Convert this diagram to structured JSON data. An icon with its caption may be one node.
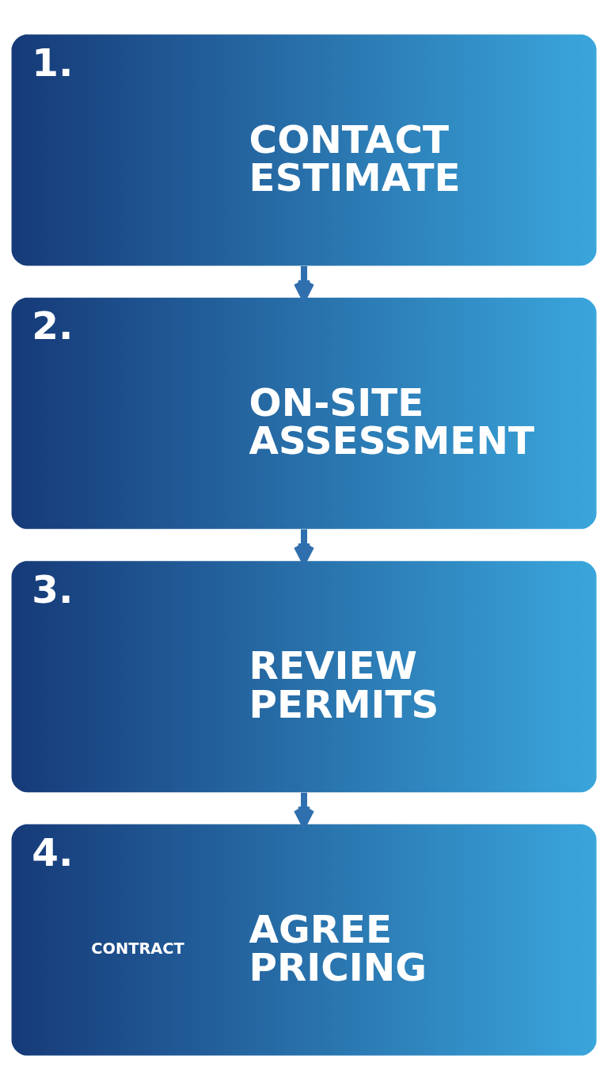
{
  "diagram": {
    "nodes": [
      {
        "text": [
          "1.",
          "CONTACT ESTIMATE"
        ]
      },
      {
        "text": [
          "2.",
          "ON-SITE ASSESSMENT"
        ]
      },
      {
        "text": [
          "3.",
          "REVIEW PERMITS"
        ]
      },
      {
        "text": [
          "4.",
          "CONTRACT",
          "AGREE PRICING"
        ]
      }
    ],
    "edges": [
      {
        "from": 0,
        "to": 1,
        "arrow": "to"
      },
      {
        "from": 1,
        "to": 2,
        "arrow": "to"
      },
      {
        "from": 2,
        "to": 3,
        "arrow": "to"
      }
    ]
  }
}
